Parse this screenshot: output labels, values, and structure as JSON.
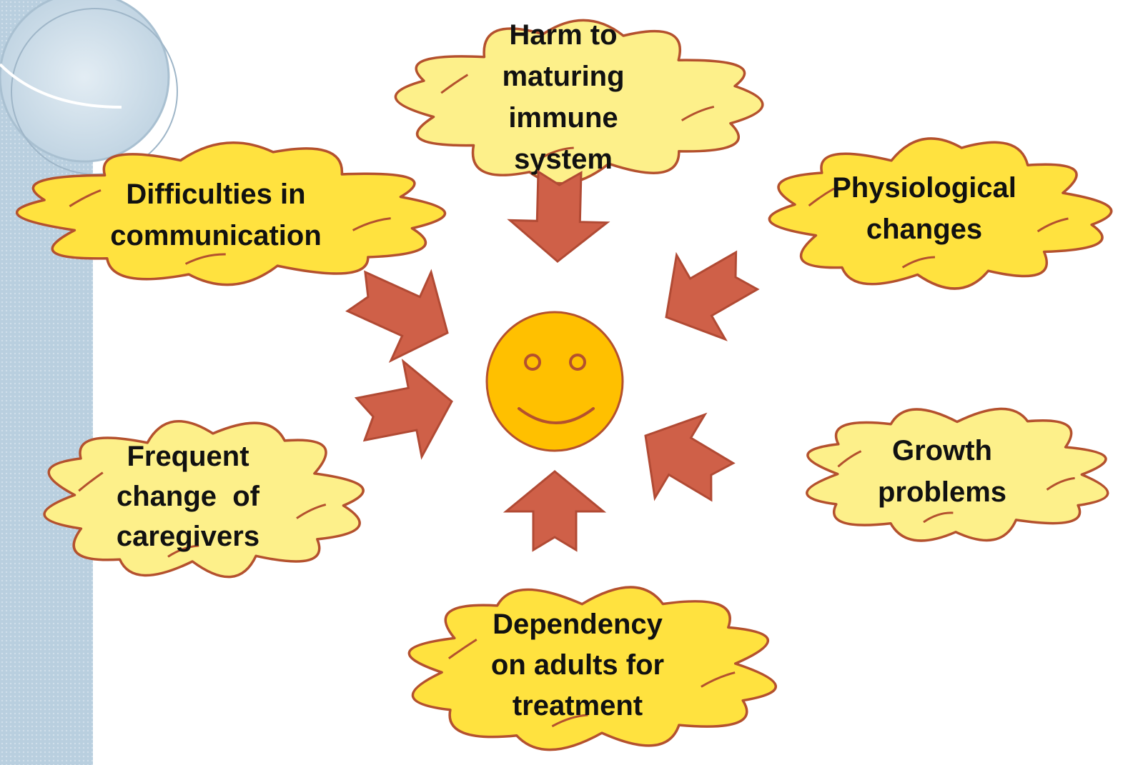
{
  "diagram": {
    "center": {
      "icon": "smiley-face-icon"
    },
    "clouds": [
      {
        "id": "harm-immune",
        "lines": [
          "Harm to",
          "maturing",
          "immune",
          "system"
        ]
      },
      {
        "id": "communication",
        "lines": [
          "Difficulties in",
          "communication"
        ]
      },
      {
        "id": "physiological",
        "lines": [
          "Physiological",
          "changes"
        ]
      },
      {
        "id": "caregivers",
        "lines": [
          "Frequent",
          "change  of",
          "caregivers"
        ]
      },
      {
        "id": "growth",
        "lines": [
          "Growth",
          "problems"
        ]
      },
      {
        "id": "dependency",
        "lines": [
          "Dependency",
          "on adults for",
          "treatment"
        ]
      }
    ],
    "arrow_icon": "arrow-icon"
  },
  "colors": {
    "cloud_fill_light": "#fdf08a",
    "cloud_fill_dark": "#ffe23f",
    "cloud_stroke": "#b4512e",
    "arrow_fill": "#cf6048",
    "arrow_stroke": "#b14a34",
    "smiley_fill": "#ffc000",
    "smiley_stroke": "#b4512e",
    "side_band": "#b9cfdf"
  }
}
